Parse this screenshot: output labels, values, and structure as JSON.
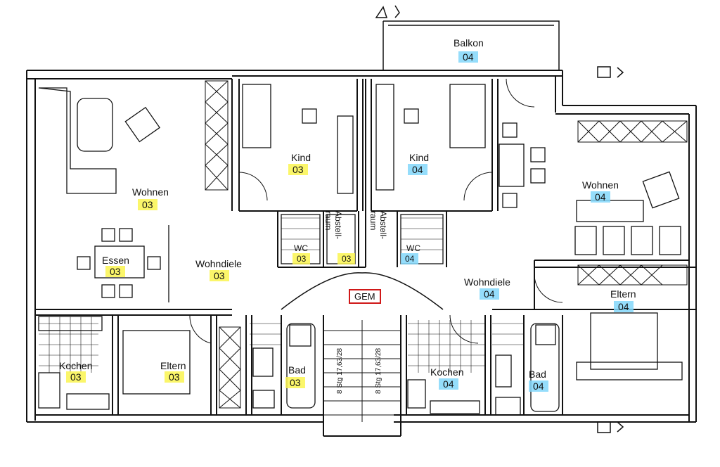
{
  "colors": {
    "wall": "#111111",
    "unit03_highlight": "#faf550",
    "unit04_highlight": "#82d7fa",
    "gem_border": "#d01818"
  },
  "unit03": {
    "wohnen": {
      "name": "Wohnen",
      "num": "03"
    },
    "essen": {
      "name": "Essen",
      "num": "03"
    },
    "wohndiele": {
      "name": "Wohndiele",
      "num": "03"
    },
    "kind": {
      "name": "Kind",
      "num": "03"
    },
    "wc": {
      "name": "WC",
      "num": "03"
    },
    "abstell": {
      "name": "Abstell-\nraum",
      "num": "03"
    },
    "kochen": {
      "name": "Kochen",
      "num": "03"
    },
    "eltern": {
      "name": "Eltern",
      "num": "03"
    },
    "bad": {
      "name": "Bad",
      "num": "03"
    }
  },
  "unit04": {
    "balkon": {
      "name": "Balkon",
      "num": "04"
    },
    "kind": {
      "name": "Kind",
      "num": "04"
    },
    "wohnen": {
      "name": "Wohnen",
      "num": "04"
    },
    "abstell": {
      "name": "Abstell-\nraum",
      "num": ""
    },
    "wc": {
      "name": "WC",
      "num": "04"
    },
    "wohndiele": {
      "name": "Wohndiele",
      "num": "04"
    },
    "eltern": {
      "name": "Eltern",
      "num": "04"
    },
    "kochen": {
      "name": "Kochen",
      "num": "04"
    },
    "bad": {
      "name": "Bad",
      "num": "04"
    }
  },
  "common": {
    "gem": "GEM"
  },
  "stairs": {
    "left": "8 Stg 17,63/28",
    "right": "8 Stg 17,63/28"
  }
}
